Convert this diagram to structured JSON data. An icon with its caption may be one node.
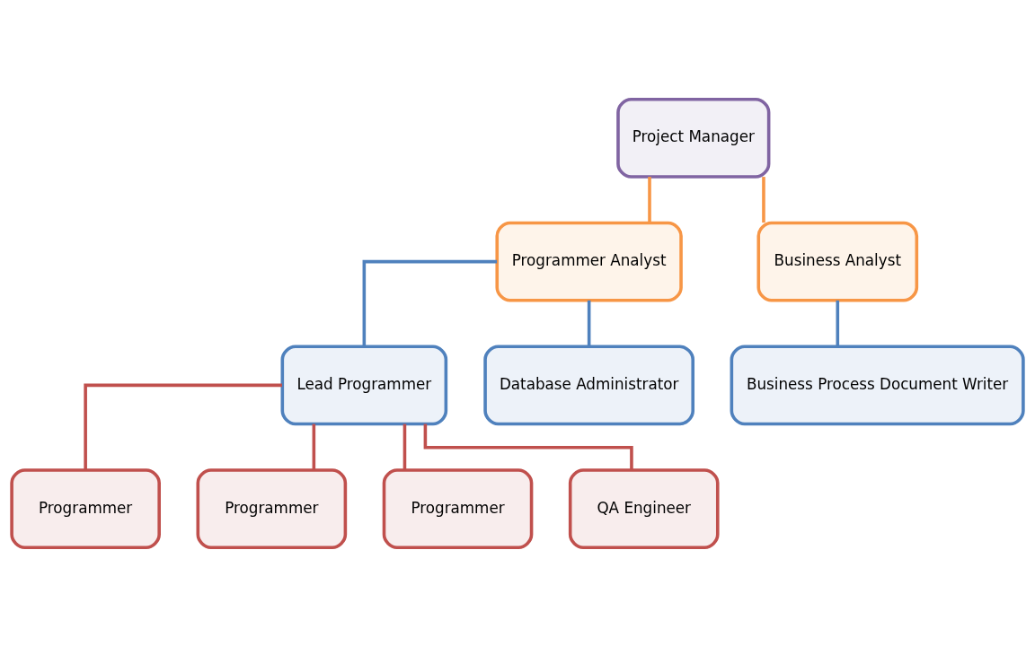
{
  "diagram": {
    "nodes": [
      {
        "text": [
          "Project Manager"
        ]
      },
      {
        "text": [
          "Programmer Analyst"
        ]
      },
      {
        "text": [
          "Business Analyst"
        ]
      },
      {
        "text": [
          "Lead Programmer"
        ]
      },
      {
        "text": [
          "Database Administrator"
        ]
      },
      {
        "text": [
          "Business Process Document Writer"
        ]
      },
      {
        "text": [
          "Programmer"
        ]
      },
      {
        "text": [
          "Programmer"
        ]
      },
      {
        "text": [
          "Programmer"
        ]
      },
      {
        "text": [
          "QA Engineer"
        ]
      }
    ],
    "edges": [
      {
        "from": 0,
        "to": 1,
        "arrow": "none",
        "color": "#f79646"
      },
      {
        "from": 0,
        "to": 2,
        "arrow": "none",
        "color": "#f79646"
      },
      {
        "from": 1,
        "to": 3,
        "arrow": "none",
        "color": "#4f81bd"
      },
      {
        "from": 1,
        "to": 4,
        "arrow": "none",
        "color": "#4f81bd"
      },
      {
        "from": 2,
        "to": 5,
        "arrow": "none",
        "color": "#4f81bd"
      },
      {
        "from": 3,
        "to": 6,
        "arrow": "none",
        "color": "#c0504d"
      },
      {
        "from": 3,
        "to": 7,
        "arrow": "none",
        "color": "#c0504d"
      },
      {
        "from": 3,
        "to": 8,
        "arrow": "none",
        "color": "#c0504d"
      },
      {
        "from": 3,
        "to": 9,
        "arrow": "none",
        "color": "#c0504d"
      }
    ]
  }
}
